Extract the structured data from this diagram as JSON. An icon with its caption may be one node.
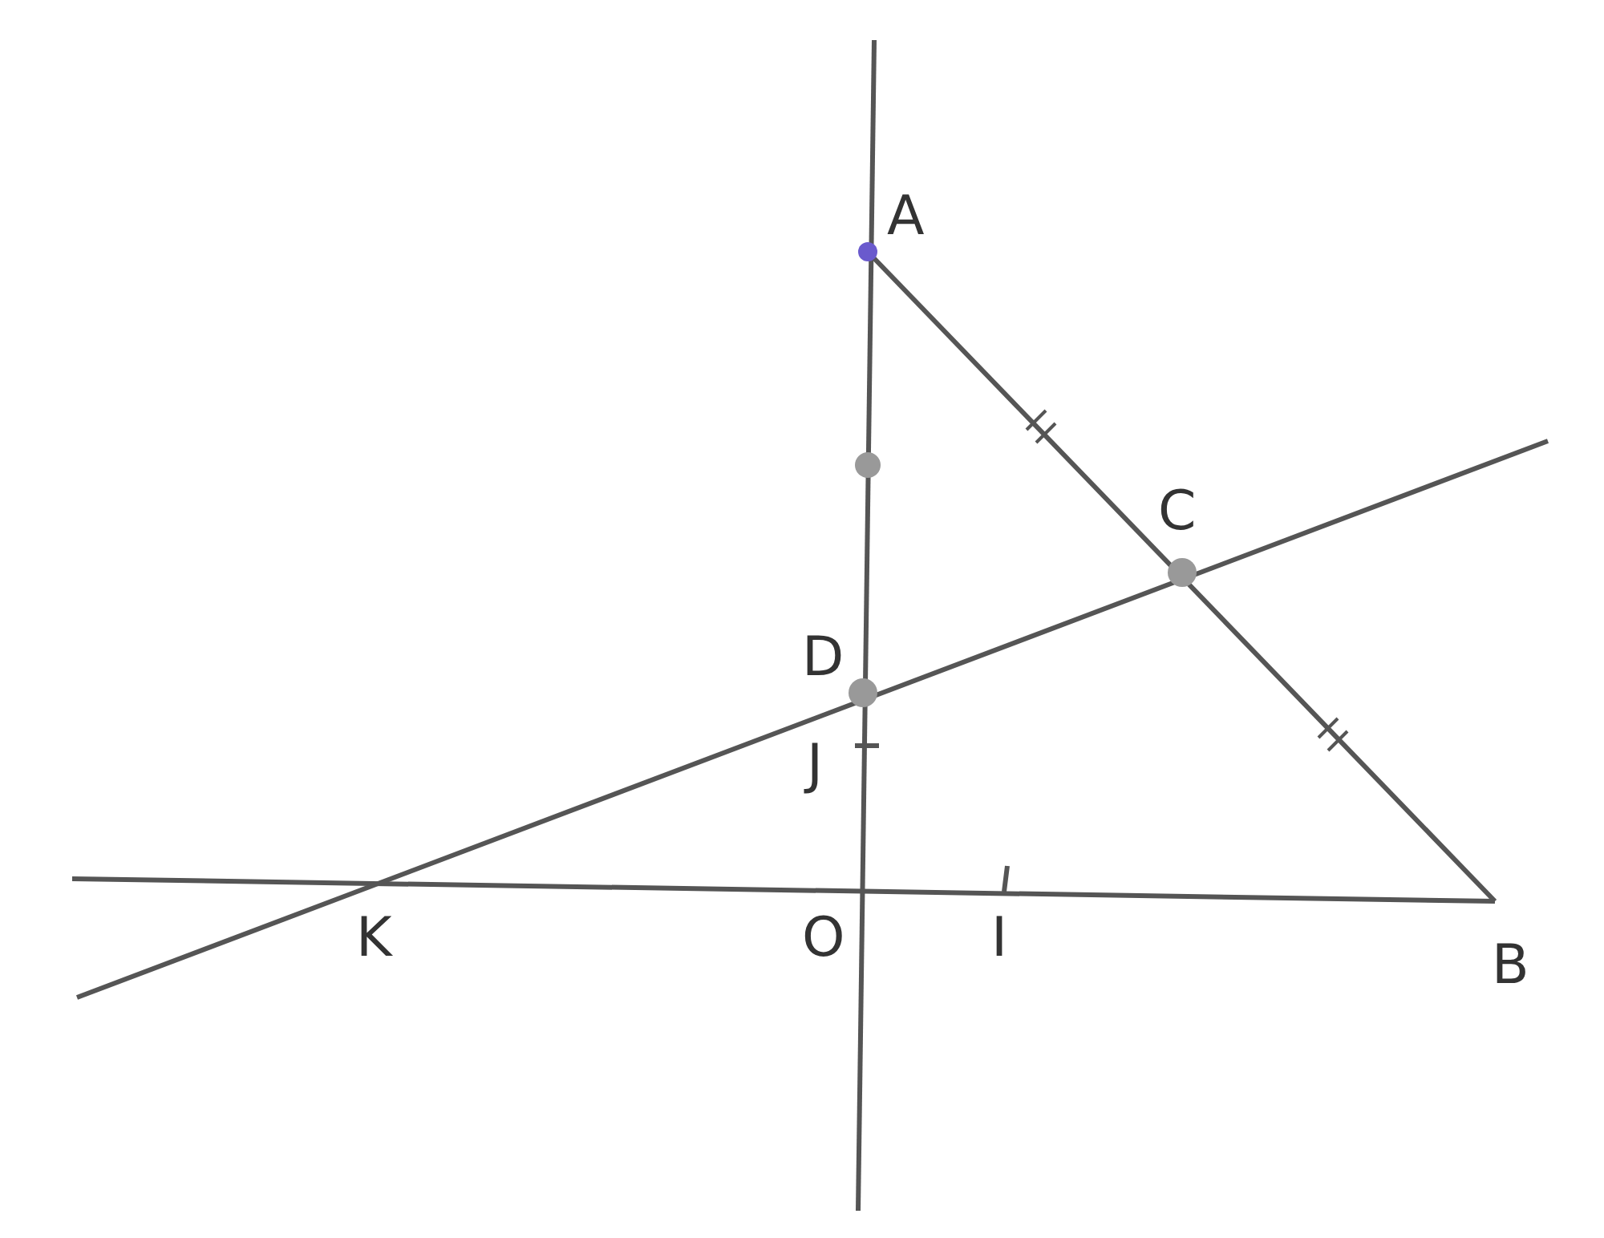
{
  "diagram": {
    "labels": [
      "A",
      "C",
      "D",
      "J",
      "K",
      "O",
      "I",
      "B"
    ]
  }
}
